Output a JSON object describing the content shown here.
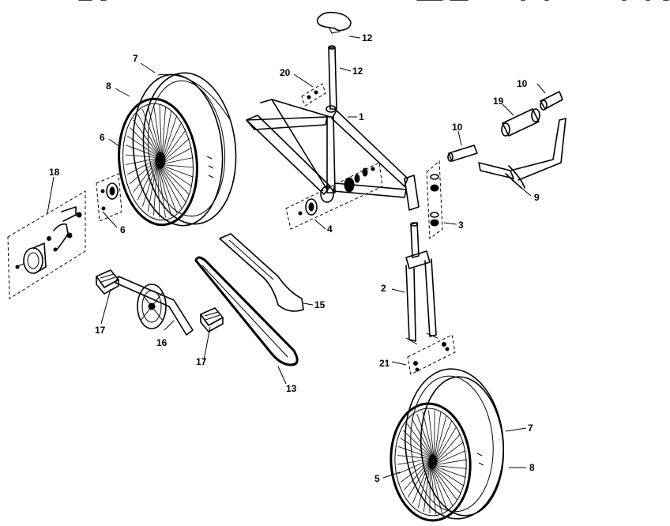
{
  "callouts": [
    {
      "id": "c1",
      "text": "1"
    },
    {
      "id": "c2",
      "text": "2"
    },
    {
      "id": "c3",
      "text": "3"
    },
    {
      "id": "c4",
      "text": "4"
    },
    {
      "id": "c5",
      "text": "5"
    },
    {
      "id": "c6a",
      "text": "6"
    },
    {
      "id": "c6b",
      "text": "6"
    },
    {
      "id": "c7a",
      "text": "7"
    },
    {
      "id": "c7b",
      "text": "7"
    },
    {
      "id": "c8a",
      "text": "8"
    },
    {
      "id": "c8b",
      "text": "8"
    },
    {
      "id": "c9",
      "text": "9"
    },
    {
      "id": "c10a",
      "text": "10"
    },
    {
      "id": "c10b",
      "text": "10"
    },
    {
      "id": "c12a",
      "text": "12"
    },
    {
      "id": "c12b",
      "text": "12"
    },
    {
      "id": "c13",
      "text": "13"
    },
    {
      "id": "c15",
      "text": "15"
    },
    {
      "id": "c16",
      "text": "16"
    },
    {
      "id": "c17a",
      "text": "17"
    },
    {
      "id": "c17b",
      "text": "17"
    },
    {
      "id": "c18",
      "text": "18"
    },
    {
      "id": "c19",
      "text": "19"
    },
    {
      "id": "c20",
      "text": "20"
    },
    {
      "id": "c21",
      "text": "21"
    }
  ]
}
